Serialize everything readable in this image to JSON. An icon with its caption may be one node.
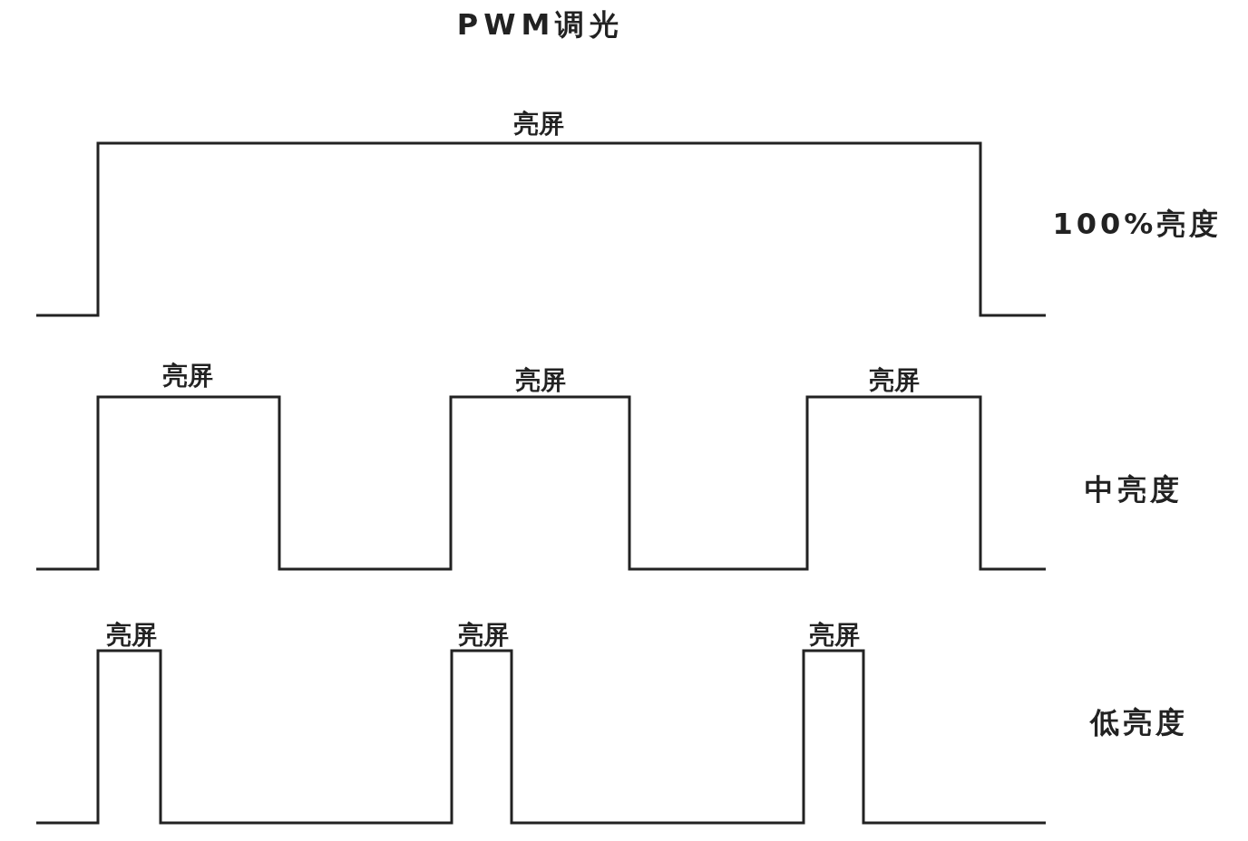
{
  "diagram": {
    "title": "PWM调光",
    "labels": [
      "亮屏",
      "100%亮度",
      "亮屏",
      "亮屏",
      "亮屏",
      "中亮度",
      "亮屏",
      "亮屏",
      "亮屏",
      "低亮度"
    ]
  }
}
